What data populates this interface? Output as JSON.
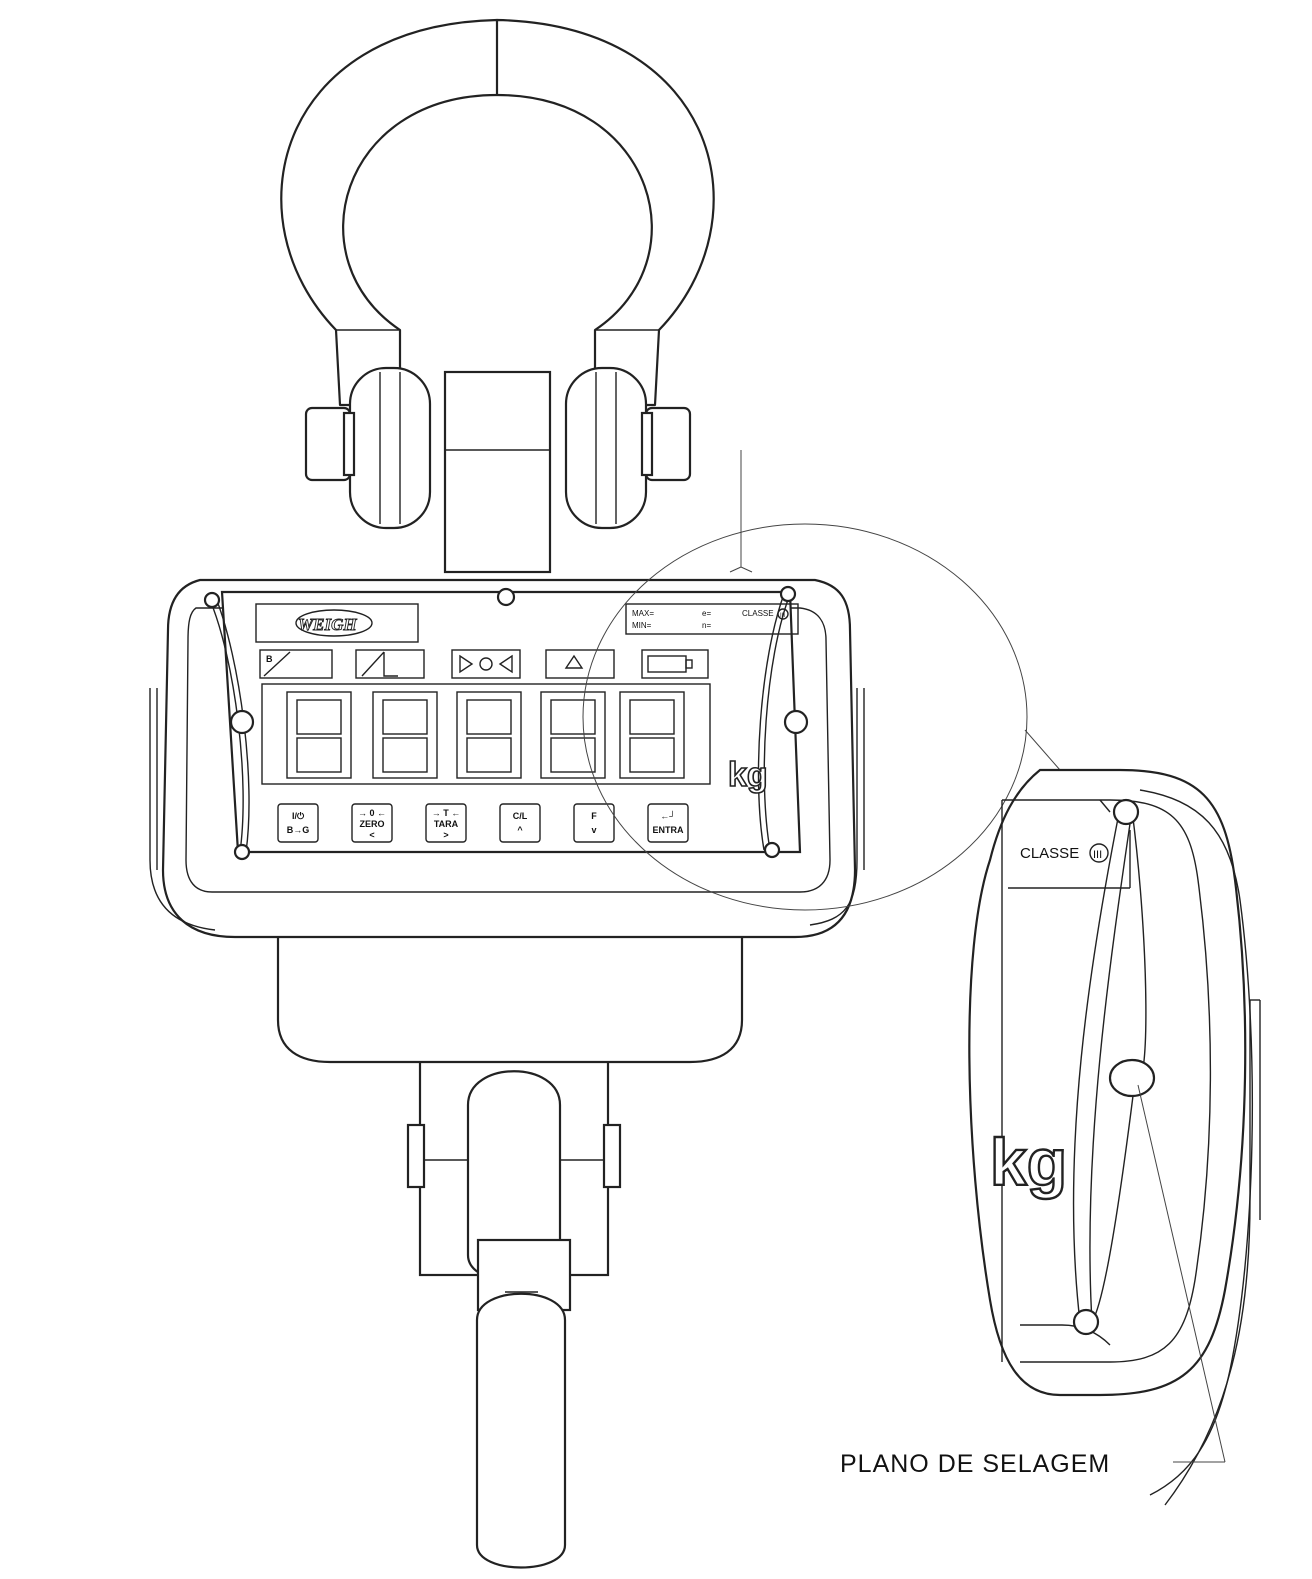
{
  "panel": {
    "logo": "WEIGH",
    "max_label": "MAX=",
    "min_label": "MIN=",
    "e_label": "e=",
    "n_label": "n=",
    "class_label": "CLASSE",
    "class_value": "III",
    "unit": "kg"
  },
  "keys": [
    {
      "top": "I/⏻",
      "bottom": "B→G"
    },
    {
      "top": "→ 0 ←",
      "mid": "ZERO",
      "bottom": "<"
    },
    {
      "top": "→ T ←",
      "mid": "TARA",
      "bottom": ">"
    },
    {
      "top": "C/L",
      "bottom": "^"
    },
    {
      "top": "F",
      "bottom": "v"
    },
    {
      "top": "←┘",
      "bottom": "ENTRA"
    }
  ],
  "detail": {
    "class_label": "CLASSE",
    "class_value": "III",
    "unit": "kg"
  },
  "callout": {
    "label": "PLANO DE SELAGEM"
  }
}
